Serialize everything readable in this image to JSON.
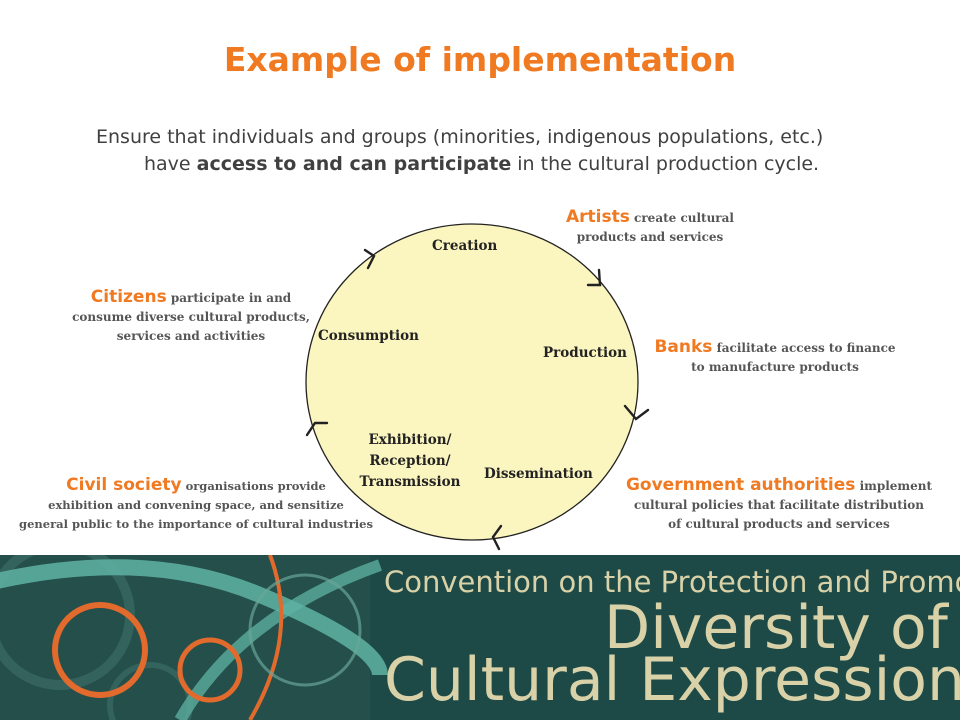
{
  "title": "Example of implementation",
  "intro": {
    "line1": "Ensure that individuals and groups (minorities, indigenous populations, etc.)",
    "line2_pre": "have ",
    "line2_bold": "access to and can participate",
    "line2_post": " in the cultural production cycle."
  },
  "cycle": {
    "stages": [
      "Creation",
      "Production",
      "Dissemination",
      "Exhibition/",
      "Reception/",
      "Transmission",
      "Consumption"
    ],
    "fill_color": "#fbf5bf"
  },
  "actors": {
    "artists": {
      "head": "Artists",
      "text1": " create cultural",
      "text2": "products and services"
    },
    "banks": {
      "head": "Banks",
      "text1": " facilitate access to finance",
      "text2": "to manufacture products"
    },
    "government": {
      "head": "Government authorities",
      "text1": " implement",
      "text2": "cultural policies that facilitate distribution",
      "text3": "of cultural products and services"
    },
    "civil": {
      "head": "Civil society",
      "text1": " organisations provide",
      "text2": "exhibition and convening space, and sensitize",
      "text3": "general public to the importance of cultural industries"
    },
    "citizens": {
      "head": "Citizens",
      "text1": " participate in and",
      "text2": "consume diverse cultural products,",
      "text3": "services and activities"
    }
  },
  "banner": {
    "line1": "Convention on the Protection and Promotion of the",
    "line2": "Diversity of",
    "line3": "Cultural Expressions"
  },
  "colors": {
    "accent": "#f07a22",
    "banner_bg": "#1d4a47",
    "banner_text": "#d9d2a8"
  }
}
